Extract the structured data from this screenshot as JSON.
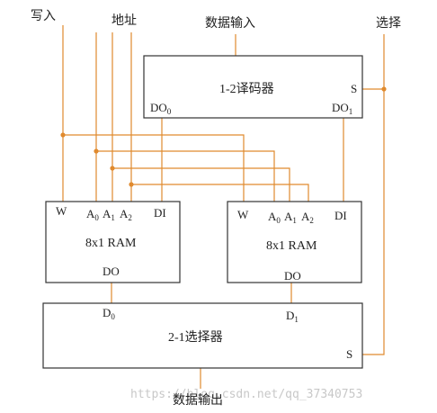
{
  "inputs": {
    "write": "写入",
    "address": "地址",
    "data_in": "数据输入",
    "select": "选择"
  },
  "decoder": {
    "title": "1-2译码器",
    "s": "S",
    "do0": "DO",
    "do0_sub": "0",
    "do1": "DO",
    "do1_sub": "1"
  },
  "ram_left": {
    "w": "W",
    "a": "A",
    "a0_sub": "0",
    "a1_sub": "1",
    "a2_sub": "2",
    "di": "DI",
    "title": "8x1 RAM",
    "do": "DO"
  },
  "ram_right": {
    "w": "W",
    "a": "A",
    "a0_sub": "0",
    "a1_sub": "1",
    "a2_sub": "2",
    "di": "DI",
    "title": "8x1 RAM",
    "do": "DO"
  },
  "mux": {
    "title": "2-1选择器",
    "d": "D",
    "d0_sub": "0",
    "d1_sub": "1",
    "s": "S"
  },
  "output": {
    "data_out": "数据输出"
  },
  "watermark": "https://blog.csdn.net/qq_37340753",
  "colors": {
    "wire": "#e08a2e",
    "box_stroke": "#333333",
    "text": "#222222",
    "watermark": "#c8c8c8"
  }
}
